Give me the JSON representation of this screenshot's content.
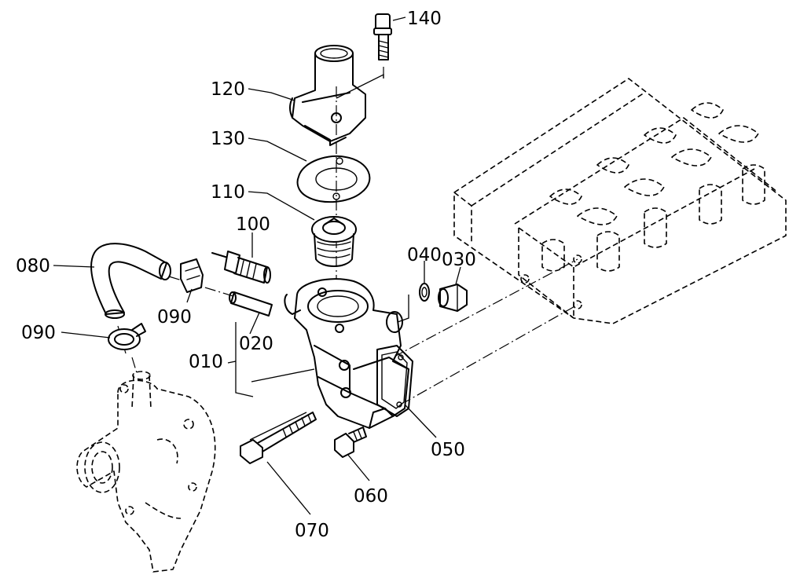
{
  "labels": {
    "p140": "140",
    "p120": "120",
    "p130": "130",
    "p110": "110",
    "p100": "100",
    "p080": "080",
    "p040": "040",
    "p030": "030",
    "p090a": "090",
    "p090b": "090",
    "p020": "020",
    "p010": "010",
    "p050": "050",
    "p060": "060",
    "p070": "070"
  }
}
